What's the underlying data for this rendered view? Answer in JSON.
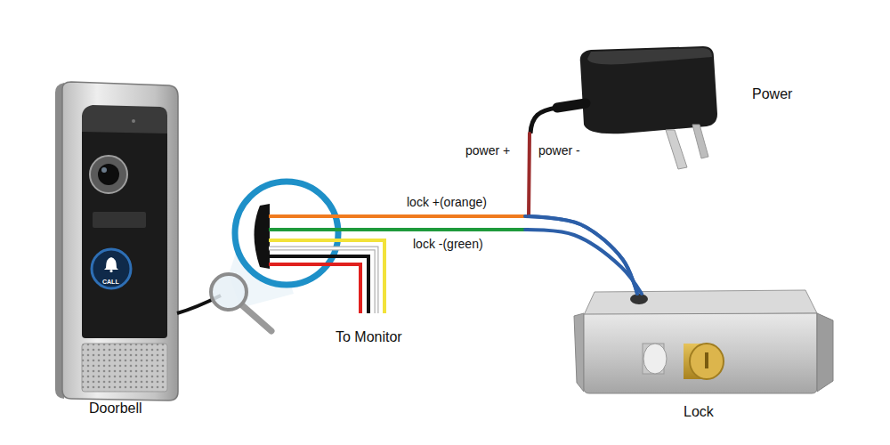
{
  "diagram": {
    "nodes": [
      {
        "text": [
          "Doorbell"
        ]
      },
      {
        "text": [
          "Power"
        ]
      },
      {
        "text": [
          "Lock"
        ]
      }
    ],
    "edges": [
      {
        "from": 0,
        "to": 2,
        "arrow": "none",
        "label": "lock +(orange)"
      },
      {
        "from": 0,
        "to": 2,
        "arrow": "none",
        "label": "lock -(green)"
      },
      {
        "from": 1,
        "to": 2,
        "arrow": "none"
      }
    ],
    "labels": [
      "CALL",
      "power +",
      "power -",
      "To Monitor"
    ]
  }
}
